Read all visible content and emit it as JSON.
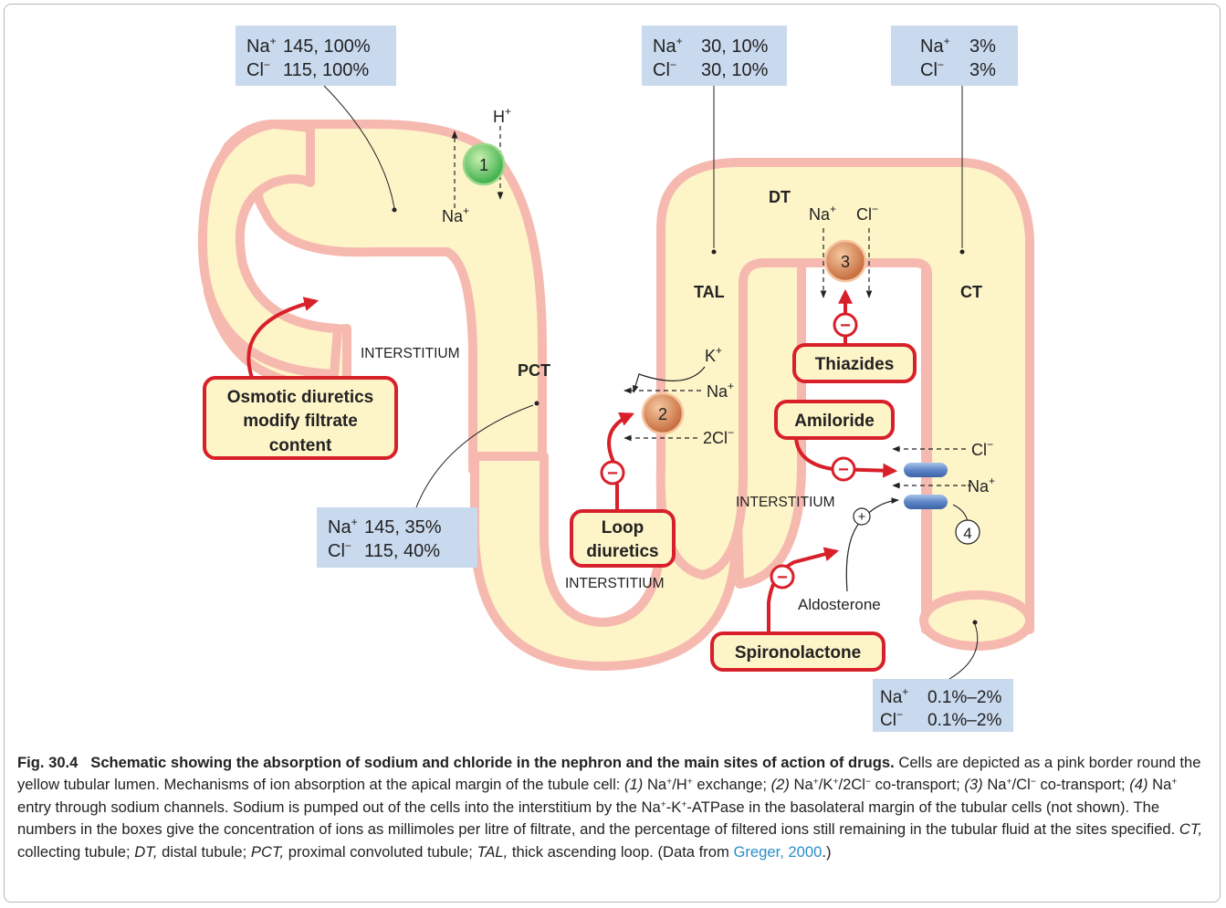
{
  "boxes": {
    "top_left": {
      "na_label": "Na",
      "na_value": "145, 100%",
      "cl_label": "Cl",
      "cl_value": "115, 100%"
    },
    "top_mid": {
      "na_label": "Na",
      "na_value": "30, 10%",
      "cl_label": "Cl",
      "cl_value": "30, 10%"
    },
    "top_right": {
      "na_label": "Na",
      "na_value": "3%",
      "cl_label": "Cl",
      "cl_value": "3%"
    },
    "pct_box": {
      "na_label": "Na",
      "na_value": "145, 35%",
      "cl_label": "Cl",
      "cl_value": "115, 40%"
    },
    "bottom_right": {
      "na_label": "Na",
      "na_value": "0.1%–2%",
      "cl_label": "Cl",
      "cl_value": "0.1%–2%"
    }
  },
  "transporters": {
    "t1": "1",
    "t2": "2",
    "t3": "3",
    "t4": "4"
  },
  "segments": {
    "pct": "PCT",
    "tal": "TAL",
    "dt": "DT",
    "ct": "CT"
  },
  "interstitium": {
    "left": "INTERSTITIUM",
    "loop": "INTERSTITIUM",
    "right": "INTERSTITIUM"
  },
  "ions": {
    "h": "H",
    "na": "Na",
    "k": "K",
    "cl": "Cl",
    "two_cl": "2Cl",
    "plus": "+",
    "minus": "−"
  },
  "drugs": {
    "osmotic_line1": "Osmotic diuretics",
    "osmotic_line2": "modify filtrate",
    "osmotic_line3": "content",
    "loop_line1": "Loop",
    "loop_line2": "diuretics",
    "thiazides": "Thiazides",
    "amiloride": "Amiloride",
    "spironolactone": "Spironolactone",
    "aldosterone": "Aldosterone",
    "inhibit_symbol": "−",
    "stimulate_symbol": "+"
  },
  "caption": {
    "fig": "Fig. 30.4",
    "title": "Schematic showing the absorption of sodium and chloride in the nephron and the main sites of action of drugs.",
    "t1": "Cells are depicted as a pink border round the yellow tubular lumen. Mechanisms of ion absorption at the apical margin of the tubule cell:",
    "n1": "(1)",
    "t2a": "Na",
    "t2b": "/H",
    "t2c": "exchange;",
    "n2": "(2)",
    "t3a": "Na",
    "t3b": "/K",
    "t3c": "/2Cl",
    "t3d": "co-transport;",
    "n3": "(3)",
    "t4a": "Na",
    "t4b": "/Cl",
    "t4c": "co-transport;",
    "n4": "(4)",
    "t5a": "Na",
    "t5b": "entry through sodium channels. Sodium is pumped out of the cells into the interstitium by the Na",
    "t5c": "-K",
    "t5d": "-ATPase in the basolateral margin of the tubular cells (not shown). The numbers in the boxes give the concentration of ions as millimoles per litre of filtrate, and the percentage of filtered ions still remaining in the tubular fluid at the sites specified.",
    "ab_ct": "CT,",
    "ab_ct_t": "collecting tubule;",
    "ab_dt": "DT,",
    "ab_dt_t": "distal tubule;",
    "ab_pct": "PCT,",
    "ab_pct_t": "proximal convoluted tubule;",
    "ab_tal": "TAL,",
    "ab_tal_t": "thick ascending loop. (Data from",
    "ref": "Greger, 2000",
    "end": ".)"
  },
  "colors": {
    "lumen": "#fdf4c8",
    "wall": "#f6b9b0",
    "box": "#c9d9ee",
    "drug_border": "#d8202a",
    "drug_fill": "#fdf4c8"
  }
}
